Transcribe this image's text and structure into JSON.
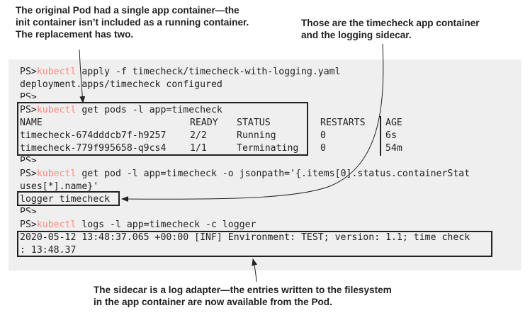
{
  "callouts": {
    "left": "The original Pod had a single app container—the\ninit container isn’t included as a running container.\nThe replacement has two.",
    "right": "Those are the timecheck app container\nand the logging sidecar.",
    "bottom": "The sidecar is a log adapter—the entries written to the filesystem\nin the app container are now available from the Pod."
  },
  "terminal": {
    "prompt": "PS>",
    "cmd_word": "kubectl",
    "apply_args": " apply -f timecheck/timecheck-with-logging.yaml",
    "apply_result": "deployment.apps/timecheck configured",
    "get_pods_args": " get pods -l app=timecheck",
    "pods_table": {
      "columns": [
        "NAME",
        "READY",
        "STATUS",
        "RESTARTS",
        "AGE"
      ],
      "rows": [
        [
          "timecheck-674dddcb7f-h9257",
          "2/2",
          "Running",
          "0",
          "6s"
        ],
        [
          "timecheck-779f995658-q9cs4",
          "1/1",
          "Terminating",
          "0",
          "54m"
        ]
      ]
    },
    "get_pod_args": " get pod -l app=timecheck -o jsonpath='{.items[0].status.containerStat",
    "get_pod_args_cont": "uses[*].name}'",
    "containers_result": "logger timecheck",
    "logs_args": " logs -l app=timecheck -c logger",
    "log_line_1": "2020-05-12 13:48:37.065 +00:00 [INF] Environment: TEST; version: 1.1; time check",
    "log_line_2": ": 13:48.37"
  }
}
